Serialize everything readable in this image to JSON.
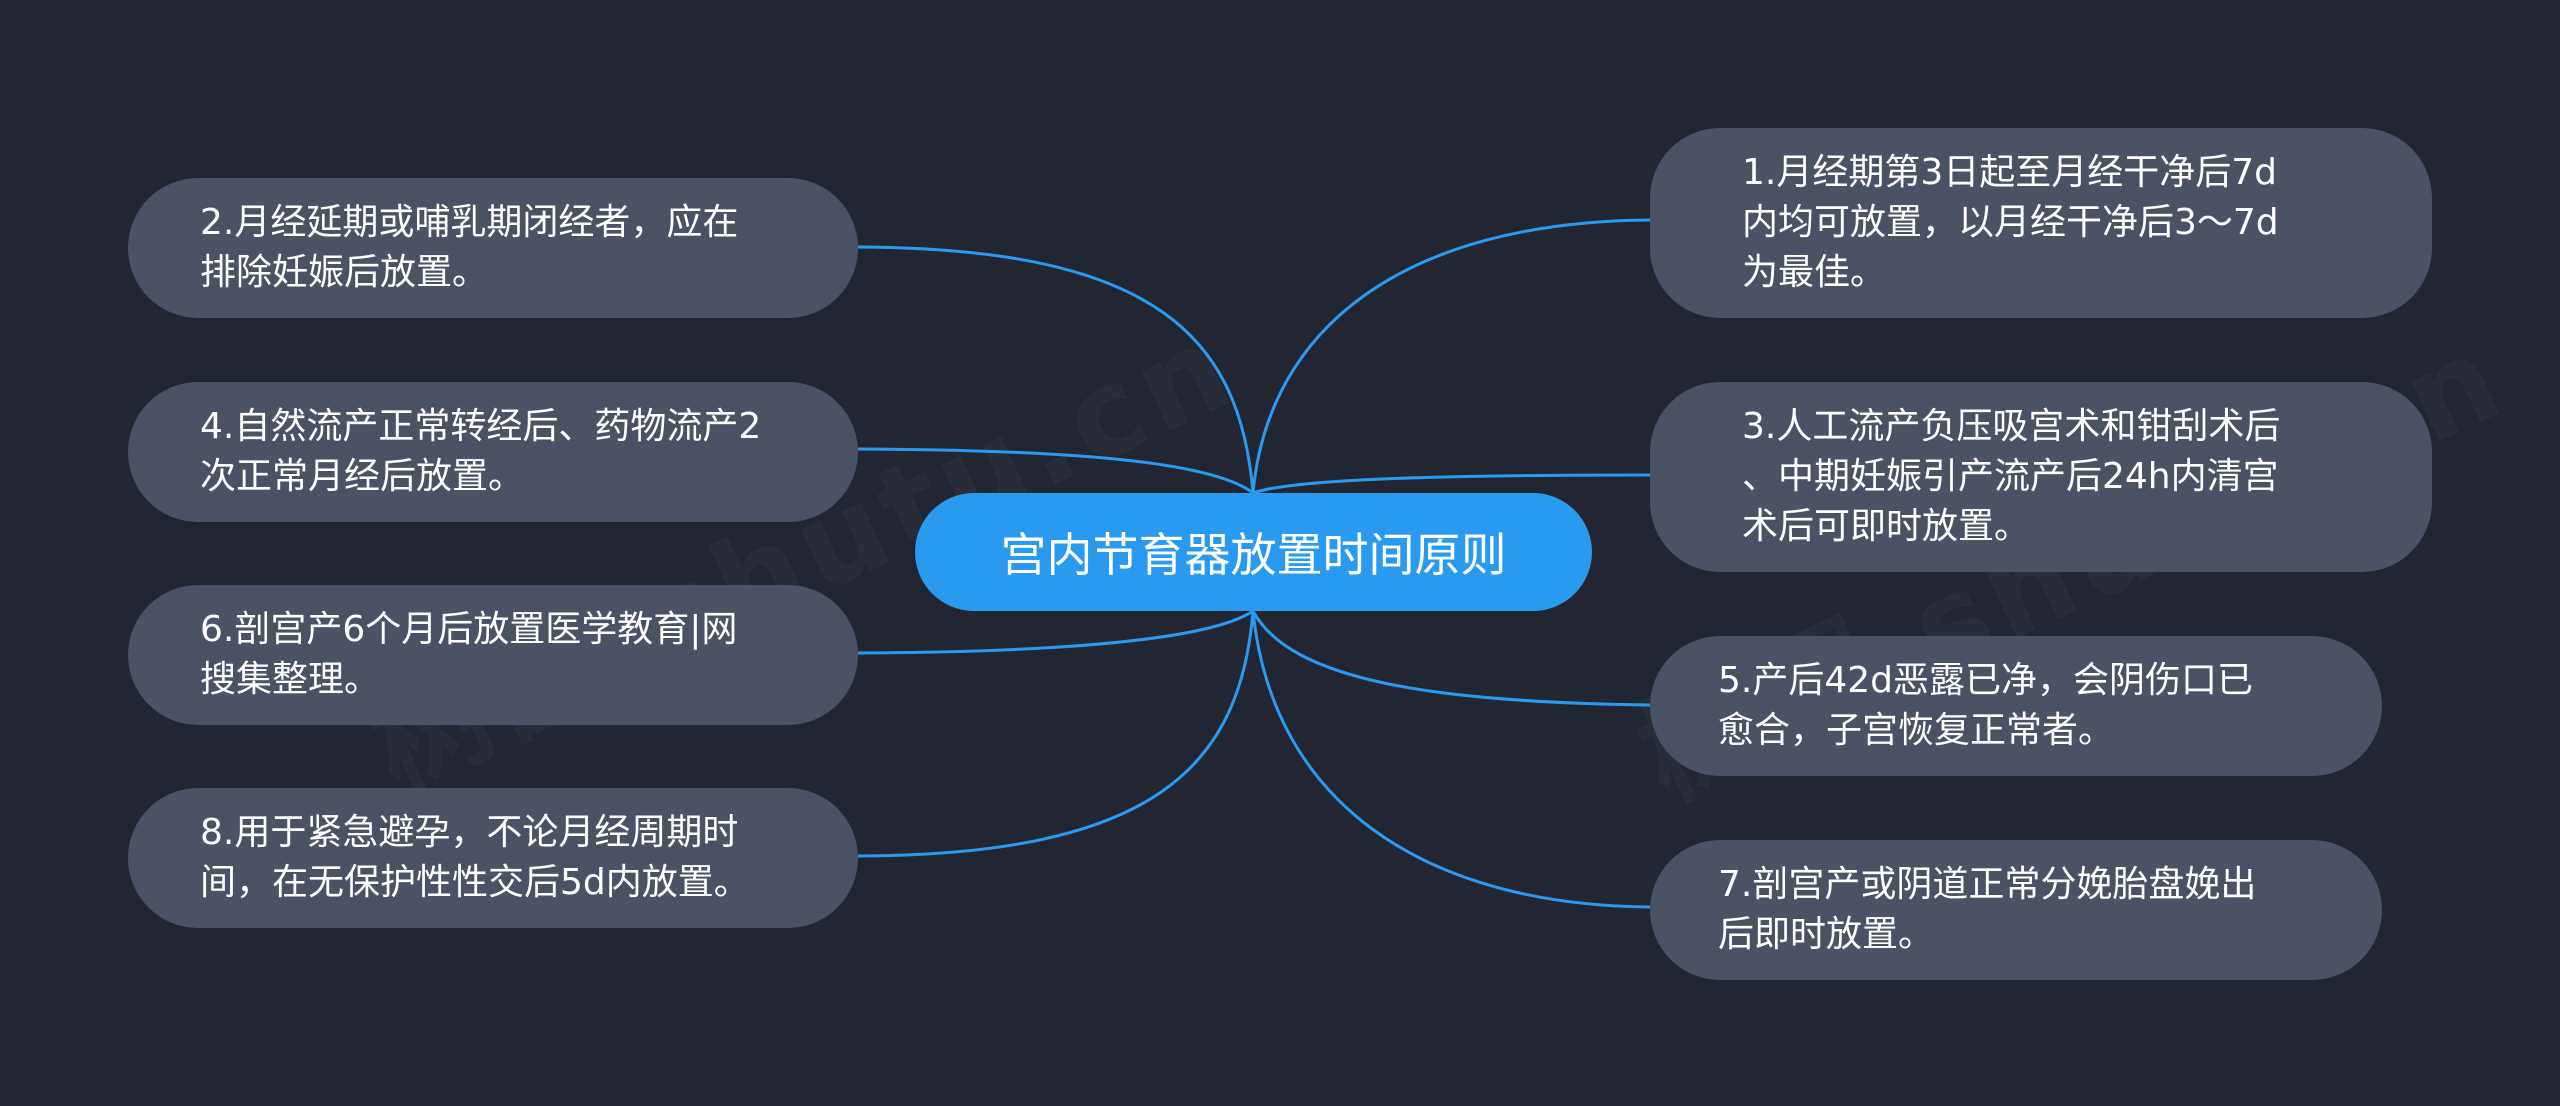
{
  "diagram": {
    "center": {
      "label": "宫内节育器放置时间原则"
    },
    "branches": [
      {
        "id": "1",
        "side": "right",
        "text": "1.月经期第3日起至月经干净后7d\n内均可放置，以月经干净后3～7d\n为最佳。"
      },
      {
        "id": "2",
        "side": "left",
        "text": "2.月经延期或哺乳期闭经者，应在\n排除妊娠后放置。"
      },
      {
        "id": "3",
        "side": "right",
        "text": "3.人工流产负压吸宫术和钳刮术后\n、中期妊娠引产流产后24h内清宫\n术后可即时放置。"
      },
      {
        "id": "4",
        "side": "left",
        "text": "4.自然流产正常转经后、药物流产2\n次正常月经后放置。"
      },
      {
        "id": "5",
        "side": "right",
        "text": "5.产后42d恶露已净，会阴伤口已\n愈合，子宫恢复正常者。"
      },
      {
        "id": "6",
        "side": "left",
        "text": "6.剖宫产6个月后放置医学教育|网\n搜集整理。"
      },
      {
        "id": "7",
        "side": "right",
        "text": "7.剖宫产或阴道正常分娩胎盘娩出\n后即时放置。"
      },
      {
        "id": "8",
        "side": "left",
        "text": "8.用于紧急避孕，不论月经周期时\n间，在无保护性性交后5d内放置。"
      }
    ],
    "watermark": "树图 shutu.cn",
    "colors": {
      "background": "#222633",
      "center_fill": "#2a9af1",
      "node_fill": "#4a5263",
      "link": "#2a9af1",
      "text": "#ffffff"
    }
  }
}
